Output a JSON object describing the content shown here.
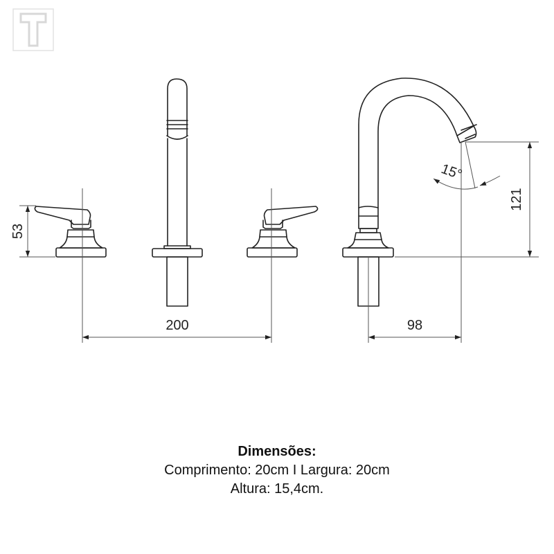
{
  "dimensions": {
    "handle_height": "53",
    "handle_spacing": "200",
    "spout_reach": "98",
    "spout_height": "121",
    "spout_angle": "15°"
  },
  "caption": {
    "title": "Dimensões:",
    "line1": "Comprimento: 20cm I Largura: 20cm",
    "line2": "Altura: 15,4cm."
  },
  "colors": {
    "stroke": "#222222",
    "logo": "#e2e2e2"
  }
}
